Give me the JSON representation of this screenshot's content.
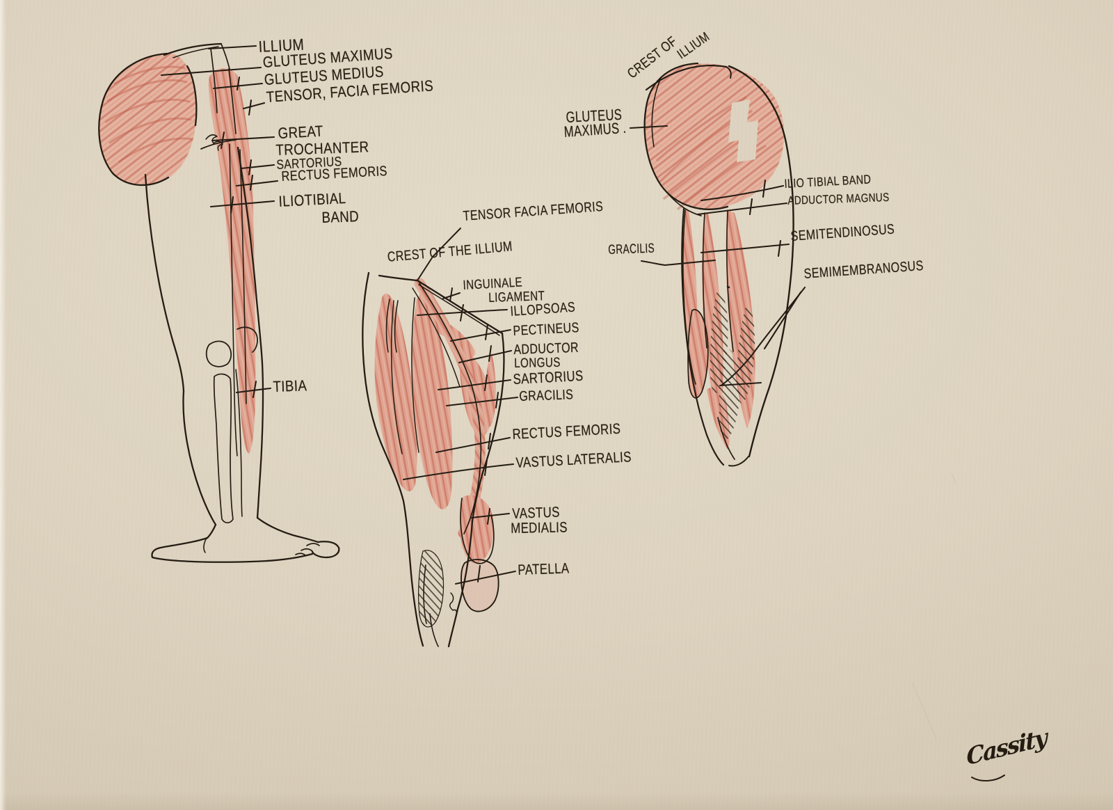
{
  "artwork": {
    "title": "Hand-drawn anatomical study of leg and thigh muscles",
    "medium": "ink and red pencil on cream paper",
    "signature": "Cassity"
  },
  "colors": {
    "paper": "#ddd3c0",
    "ink": "#241c13",
    "muscle_base": "#dfa28f",
    "muscle_stroke": "#c05a48"
  },
  "figures": {
    "left": {
      "name": "lateral view of full leg",
      "labels": {
        "illium": "ILLIUM",
        "gluteus_maximus": "GLUTEUS MAXIMUS",
        "gluteus_medius": "GLUTEUS MEDIUS",
        "tensor_facia_femoris": "TENSOR, FACIA FEMORIS",
        "great": "GREAT",
        "trochanter": "TROCHANTER",
        "sartorius": "SARTORIUS",
        "rectus_femoris": "RECTUS FEMORIS",
        "iliotibial": "ILIOTIBIAL",
        "band": "BAND",
        "tibia": "TIBIA"
      }
    },
    "middle": {
      "name": "anterior view of thigh",
      "labels": {
        "tensor_facia_femoris": "TENSOR FACIA FEMORIS",
        "crest_of_the_illium": "CREST OF THE ILLIUM",
        "inguinale": "INGUINALE",
        "ligament": "LIGAMENT",
        "illopsoas": "ILLOPSOAS",
        "pectineus": "PECTINEUS",
        "adductor": "ADDUCTOR",
        "longus": "LONGUS",
        "sartorius": "SARTORIUS",
        "gracilis": "GRACILIS",
        "rectus_femoris": "RECTUS FEMORIS",
        "vastus_lateralis": "VASTUS LATERALIS",
        "vastus": "VASTUS",
        "medialis": "MEDIALIS",
        "patella": "PATELLA"
      }
    },
    "right": {
      "name": "posterior view of hip and thigh",
      "labels": {
        "crest_of": "CREST OF",
        "illium": "ILLIUM",
        "gluteus": "GLUTEUS",
        "maximus": "MAXIMUS .",
        "ilio_tibial_band": "ILIO TIBIAL BAND",
        "adductor_magnus": "ADDUCTOR MAGNUS",
        "semitendinosus": "SEMITENDINOSUS",
        "gracilis": "GRACILIS",
        "semimembranosus": "SEMIMEMBRANOSUS"
      }
    }
  }
}
